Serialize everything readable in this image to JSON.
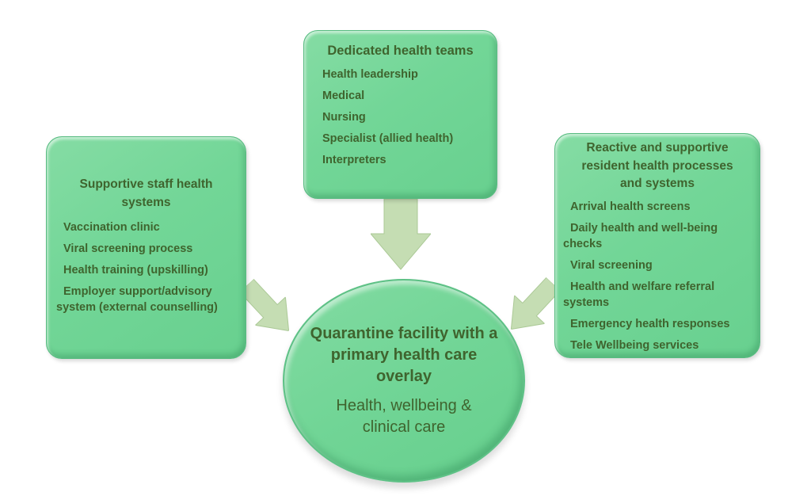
{
  "diagram": {
    "boxes": [
      {
        "id": "top",
        "title": "Dedicated health teams",
        "items": [
          "Health leadership",
          "Medical",
          "Nursing",
          "Specialist (allied health)",
          "Interpreters"
        ]
      },
      {
        "id": "left",
        "title": "Supportive staff health systems",
        "items": [
          "Vaccination clinic",
          "Viral screening process",
          "Health training (upskilling)",
          "Employer support/advisory system (external counselling)"
        ]
      },
      {
        "id": "right",
        "title": "Reactive and supportive resident health processes and systems",
        "items": [
          "Arrival health screens",
          "Daily health and well-being checks",
          "Viral screening",
          "Health and welfare referral systems",
          "Emergency health responses",
          "Tele Wellbeing services"
        ]
      }
    ],
    "center": {
      "title": "Quarantine facility with a primary health care overlay",
      "subtitle": "Health, wellbeing & clinical care"
    },
    "colors": {
      "box_fill": "#72d697",
      "box_rim": "#57bb80",
      "arrow_fill": "#c5ddb3",
      "arrow_edge": "#abc996",
      "text": "#3f642e",
      "background": "#ffffff"
    }
  }
}
